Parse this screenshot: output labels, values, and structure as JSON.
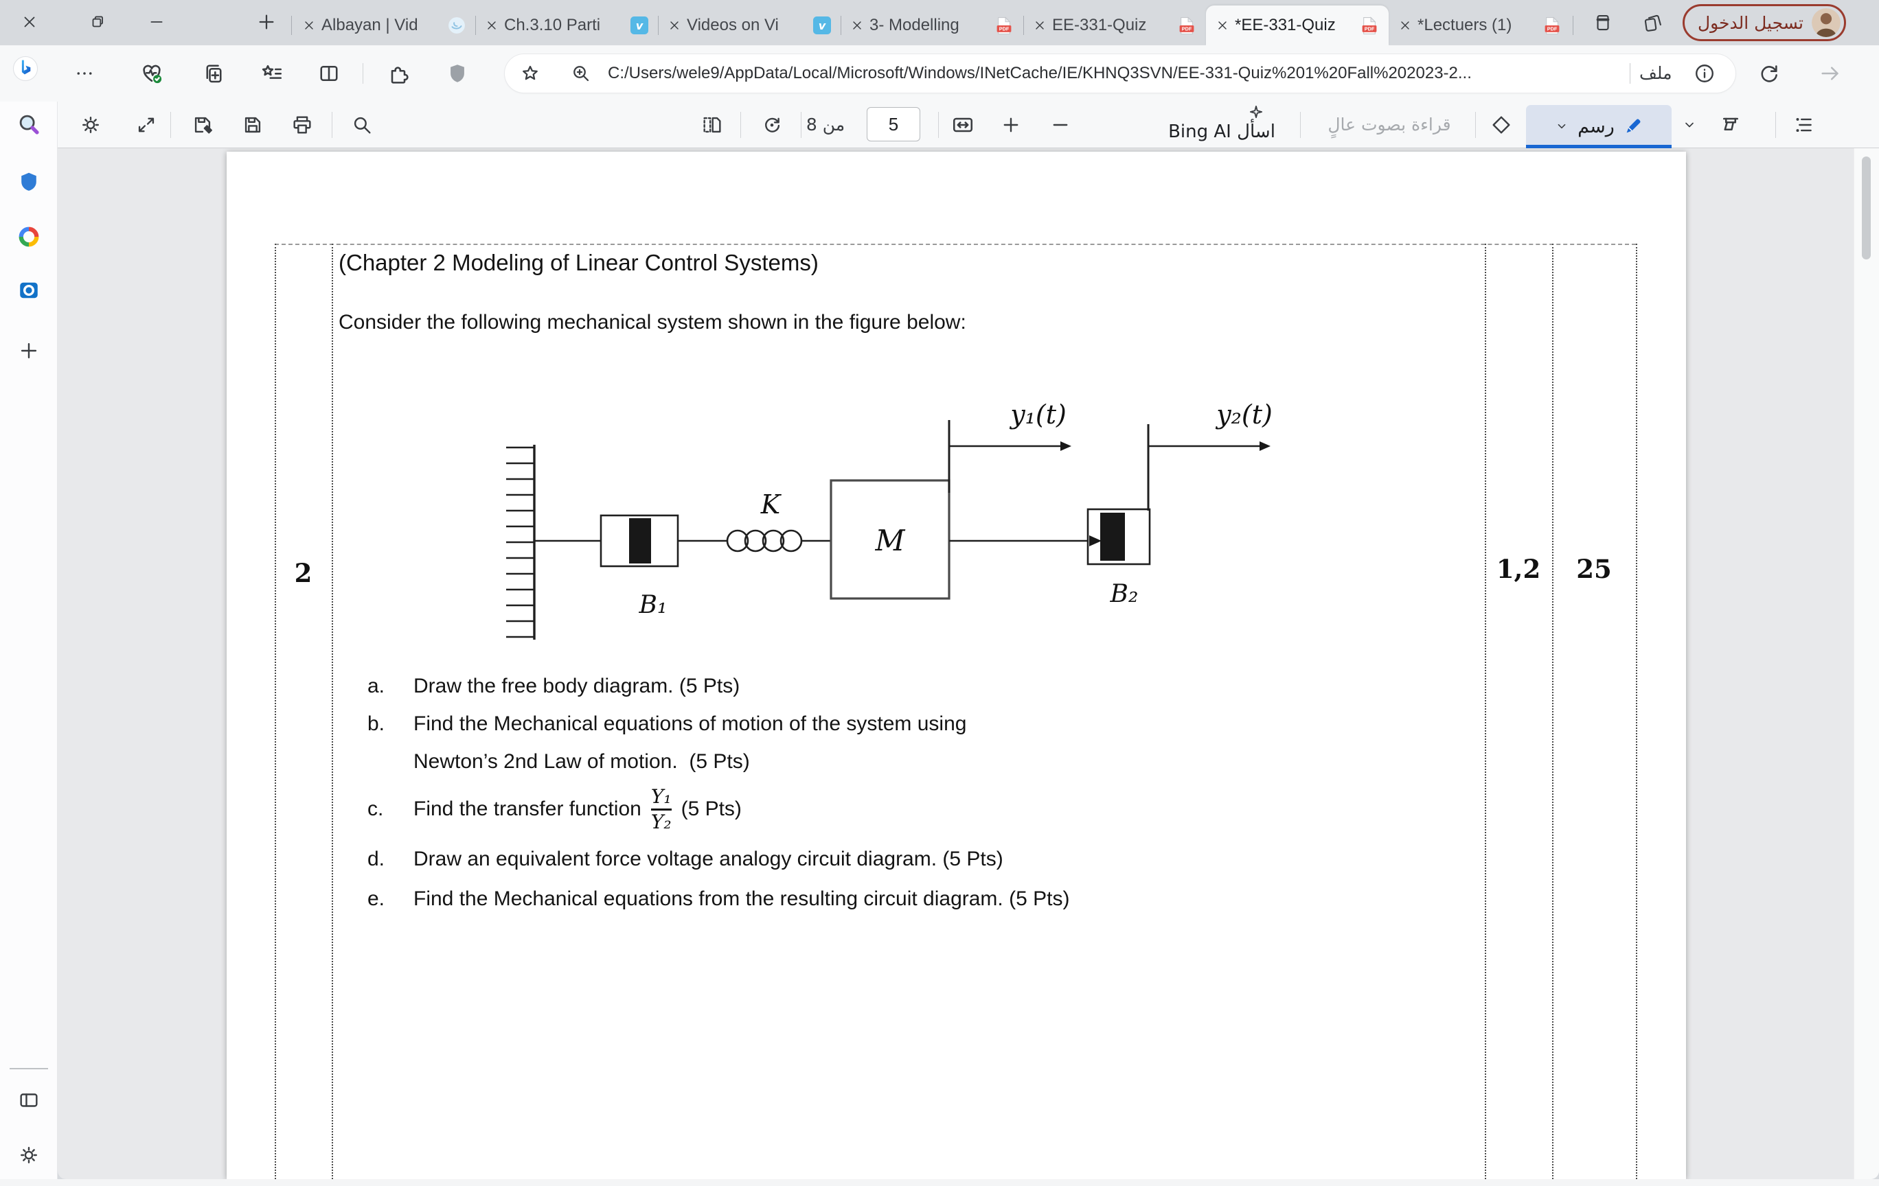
{
  "window": {
    "signin_label": "تسجيل الدخول"
  },
  "tabs": {
    "items": [
      {
        "title": "Albayan | Vid",
        "favicon": "albayan"
      },
      {
        "title": "Ch.3.10 Parti",
        "favicon": "vimeo"
      },
      {
        "title": "Videos on Vi",
        "favicon": "vimeo"
      },
      {
        "title": "3- Modelling",
        "favicon": "pdf"
      },
      {
        "title": "EE-331-Quiz",
        "favicon": "pdf"
      },
      {
        "title": "*EE-331-Quiz",
        "favicon": "pdf",
        "active": true
      },
      {
        "title": "*Lectuers (1)",
        "favicon": "pdf"
      }
    ]
  },
  "address": {
    "url": "C:/Users/wele9/AppData/Local/Microsoft/Windows/INetCache/IE/KHNQ3SVN/EE-331-Quiz%201%20Fall%202023-2...",
    "file_label": "ملف"
  },
  "pdf_toolbar": {
    "page_value": "5",
    "page_of": "من 8",
    "ask_bing": "اسأل Bing AI",
    "read_aloud": "قراءة بصوت عالٍ",
    "draw_label": "رسم"
  },
  "doc": {
    "heading": "(Chapter 2 Modeling of Linear Control Systems)",
    "intro": "Consider the following mechanical system shown in the figure below:",
    "row_number": "2",
    "clo": "1,2",
    "marks": "25",
    "items": {
      "a_label": "a.",
      "a": "Draw the free body diagram. (5 Pts)",
      "b_label": "b.",
      "b1": "Find the Mechanical equations of motion of the system using",
      "b2": "Newton’s 2nd Law of motion.  (5 Pts)",
      "c_label": "c.",
      "c_pre": "Find the transfer function",
      "c_num": "Y₁",
      "c_den": "Y₂",
      "c_post": "(5 Pts)",
      "d_label": "d.",
      "d": "Draw an equivalent force voltage analogy circuit diagram. (5 Pts)",
      "e_label": "e.",
      "e": "Find the Mechanical equations from the resulting circuit diagram. (5 Pts)"
    }
  },
  "diagram": {
    "k": "K",
    "m": "M",
    "b1": "B₁",
    "b2": "B₂",
    "y1": "y₁(t)",
    "y2": "y₂(t)"
  },
  "colors": {
    "accent_blue": "#1967d2",
    "pdf_red": "#e5534b",
    "vimeo_blue": "#55b8e6",
    "signin_red": "#9a3b2e",
    "canvas_bg": "#e8e9eb"
  }
}
